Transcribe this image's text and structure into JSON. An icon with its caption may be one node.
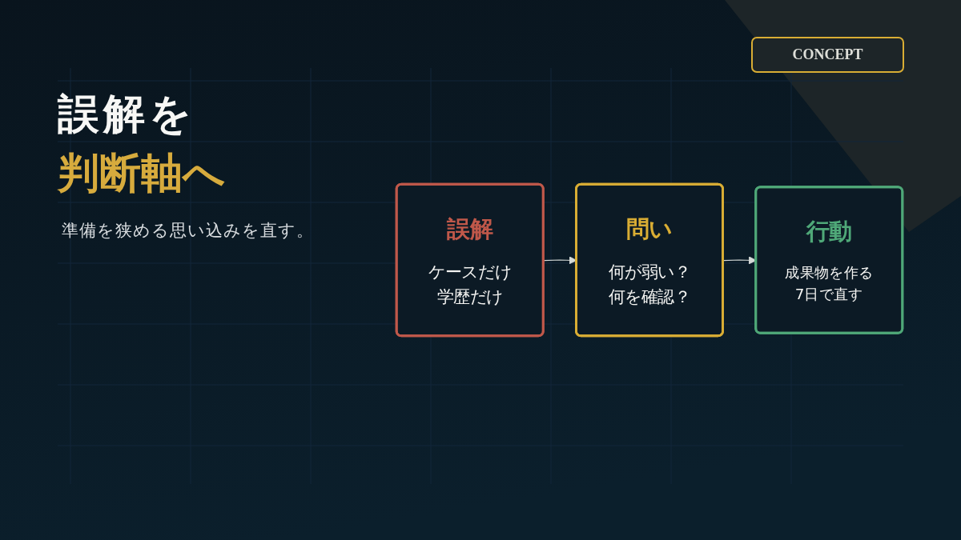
{
  "diagram": {
    "title": "誤解を判断軸へ",
    "nodes": [
      {
        "text": [
          "誤解",
          "ケースだけ学歴だけ"
        ]
      },
      {
        "text": [
          "問い",
          "何が弱い？何を確認？"
        ]
      },
      {
        "text": [
          "行動",
          "成果物を作る7日で直す"
        ]
      }
    ],
    "edges": [
      {
        "from": 0,
        "to": 1,
        "arrow": "to"
      },
      {
        "from": 1,
        "to": 2,
        "arrow": "to"
      }
    ],
    "labels": [
      "CONCEPT",
      "準備を狭める思い込みを直す。"
    ]
  }
}
